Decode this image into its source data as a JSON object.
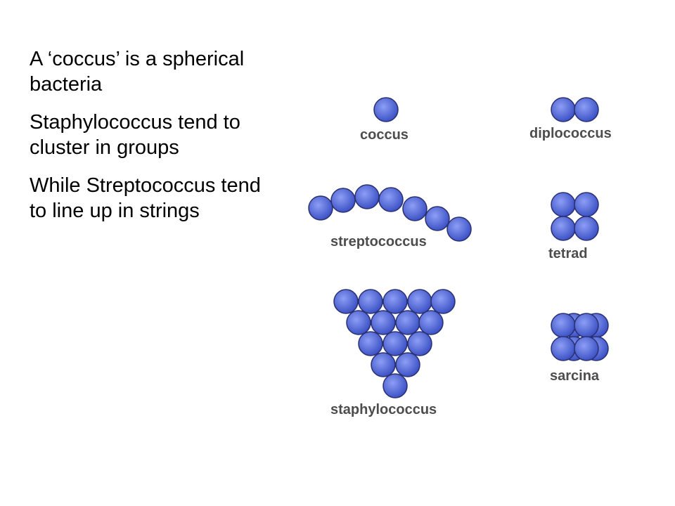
{
  "text": {
    "p1": "A ‘coccus’ is a spherical bacteria",
    "p2": "Staphylococcus tend to cluster in groups",
    "p3": "While Streptococcus tend to line up in strings"
  },
  "diagram": {
    "labels": {
      "coccus": "coccus",
      "diplococcus": "diplococcus",
      "streptococcus": "streptococcus",
      "tetrad": "tetrad",
      "staphylococcus": "staphylococcus",
      "sarcina": "sarcina"
    },
    "colors": {
      "cell_fill_center": "#7a8ff0",
      "cell_fill_edge": "#3a4fc4",
      "cell_outline": "#2a3070",
      "label_text": "#4d4d4d"
    }
  }
}
